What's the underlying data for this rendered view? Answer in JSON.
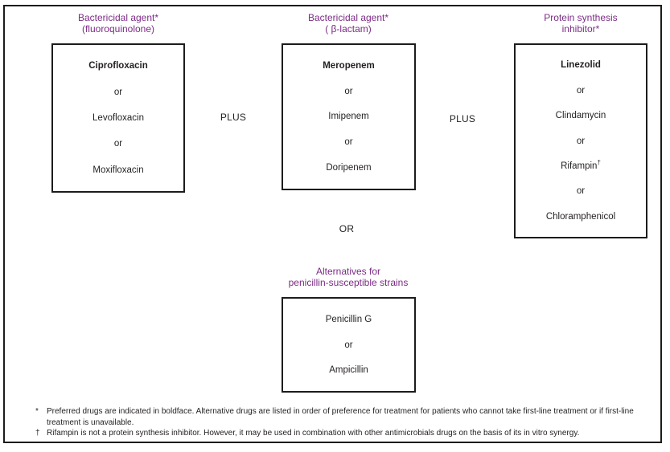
{
  "figure": {
    "columns": [
      {
        "header_line1": "Bactericidal agent*",
        "header_line2": "(fluoroquinolone)",
        "items": [
          {
            "text": "Ciprofloxacin",
            "bold": true
          },
          {
            "text": "or"
          },
          {
            "text": "Levofloxacin"
          },
          {
            "text": "or"
          },
          {
            "text": "Moxifloxacin"
          }
        ]
      },
      {
        "header_line1": "Bactericidal agent*",
        "header_line2": "( β-lactam)",
        "items": [
          {
            "text": "Meropenem",
            "bold": true
          },
          {
            "text": "or"
          },
          {
            "text": "Imipenem"
          },
          {
            "text": "or"
          },
          {
            "text": "Doripenem"
          }
        ]
      },
      {
        "header_line1": "Protein synthesis",
        "header_line2": "inhibitor*",
        "items": [
          {
            "text": "Linezolid",
            "bold": true
          },
          {
            "text": "or"
          },
          {
            "text": "Clindamycin"
          },
          {
            "text": "or"
          },
          {
            "text": "Rifampin",
            "sup": "†"
          },
          {
            "text": "or"
          },
          {
            "text": "Chloramphenicol"
          }
        ]
      }
    ],
    "connectors": {
      "plus_left": "PLUS",
      "plus_right": "PLUS",
      "or": "OR"
    },
    "alternatives": {
      "header_line1": "Alternatives for",
      "header_line2": "penicillin-susceptible strains",
      "items": [
        {
          "text": "Penicillin G"
        },
        {
          "text": "or"
        },
        {
          "text": "Ampicillin"
        }
      ]
    },
    "footnotes": [
      {
        "symbol": "*",
        "text": "Preferred drugs are indicated in boldface. Alternative drugs are listed in order of preference for treatment for patients who cannot take first-line treatment or if first-line treatment is unavailable."
      },
      {
        "symbol": "†",
        "text": "Rifampin is not a protein synthesis inhibitor. However, it may be used in combination with other antimicrobials drugs on the basis of its in vitro synergy."
      }
    ],
    "colors": {
      "header_purple": "#7B2B85",
      "text": "#231F20",
      "border": "#1C1C1C"
    }
  }
}
